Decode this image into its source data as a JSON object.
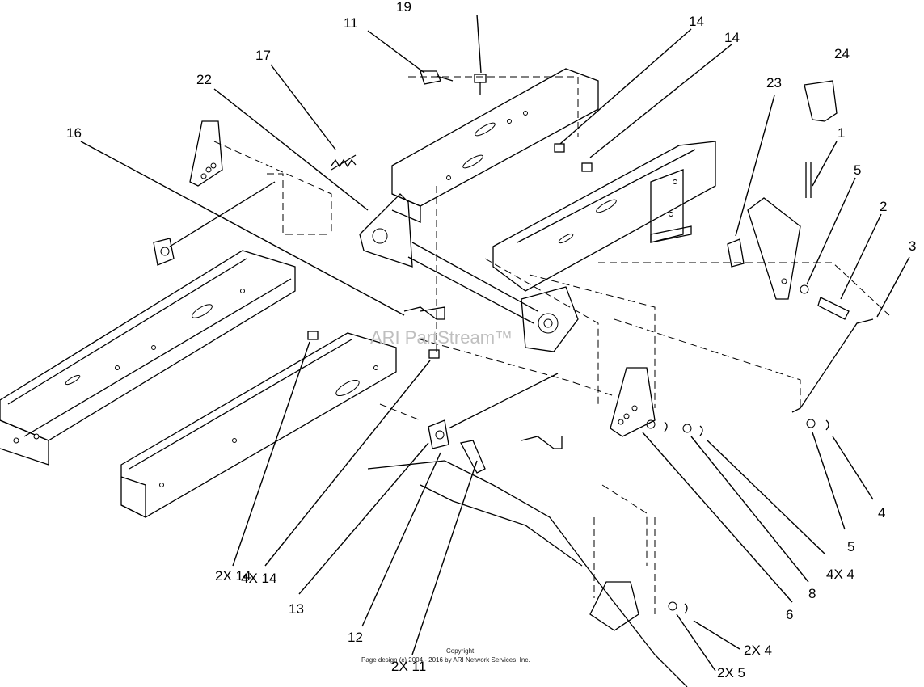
{
  "diagram": {
    "watermark": "ARI PartStream™",
    "copyright_line1": "Copyright",
    "copyright_line2": "Page design (c) 2004 - 2016 by ARI Network Services, Inc.",
    "callouts": {
      "c19": "19",
      "c11": "11",
      "c14a": "14",
      "c14b": "14",
      "c24": "24",
      "c17": "17",
      "c22": "22",
      "c23": "23",
      "c1": "1",
      "c16": "16",
      "c5a": "5",
      "c2": "2",
      "c3": "3",
      "c4": "4",
      "c5b": "5",
      "c4x4": "4X 4",
      "c8": "8",
      "c6": "6",
      "c2x14": "2X 14",
      "c4x14": "4X 14",
      "c13": "13",
      "c12": "12",
      "c2x11": "2X 11",
      "c2x4": "2X 4",
      "c2x5": "2X 5"
    }
  }
}
